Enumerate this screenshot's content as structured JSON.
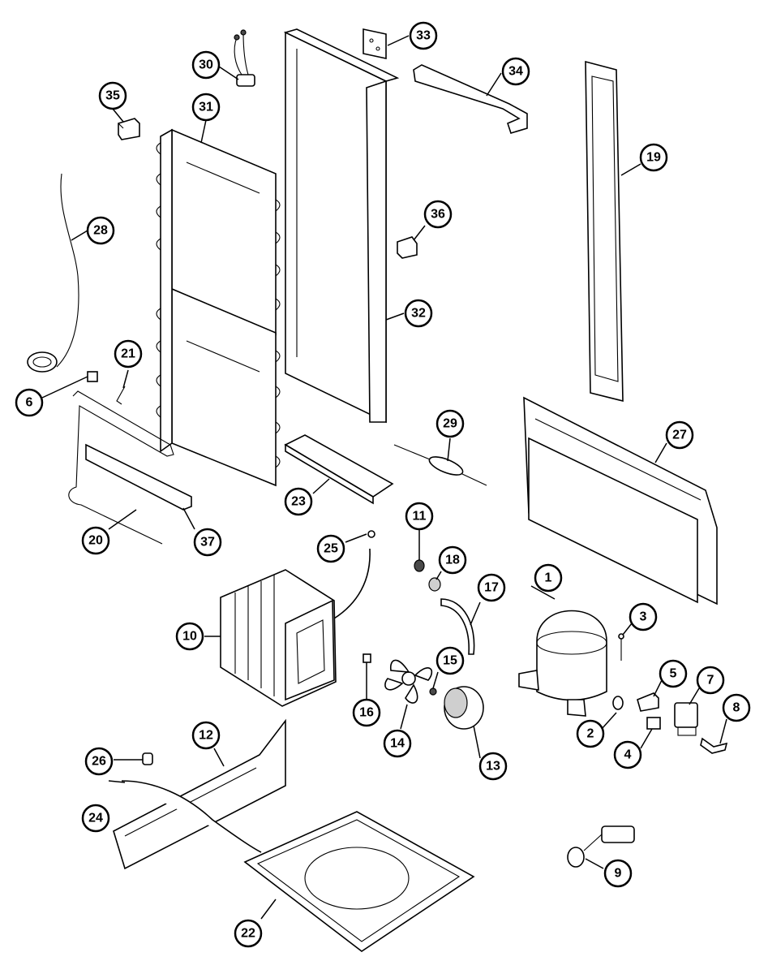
{
  "diagram": {
    "callouts": [
      {
        "label": "1"
      },
      {
        "label": "2"
      },
      {
        "label": "3"
      },
      {
        "label": "4"
      },
      {
        "label": "5"
      },
      {
        "label": "6"
      },
      {
        "label": "7"
      },
      {
        "label": "8"
      },
      {
        "label": "9"
      },
      {
        "label": "10"
      },
      {
        "label": "11"
      },
      {
        "label": "12"
      },
      {
        "label": "13"
      },
      {
        "label": "14"
      },
      {
        "label": "15"
      },
      {
        "label": "16"
      },
      {
        "label": "17"
      },
      {
        "label": "18"
      },
      {
        "label": "19"
      },
      {
        "label": "20"
      },
      {
        "label": "21"
      },
      {
        "label": "22"
      },
      {
        "label": "23"
      },
      {
        "label": "24"
      },
      {
        "label": "25"
      },
      {
        "label": "26"
      },
      {
        "label": "27"
      },
      {
        "label": "28"
      },
      {
        "label": "29"
      },
      {
        "label": "30"
      },
      {
        "label": "31"
      },
      {
        "label": "32"
      },
      {
        "label": "33"
      },
      {
        "label": "34"
      },
      {
        "label": "35"
      },
      {
        "label": "36"
      },
      {
        "label": "37"
      }
    ]
  }
}
